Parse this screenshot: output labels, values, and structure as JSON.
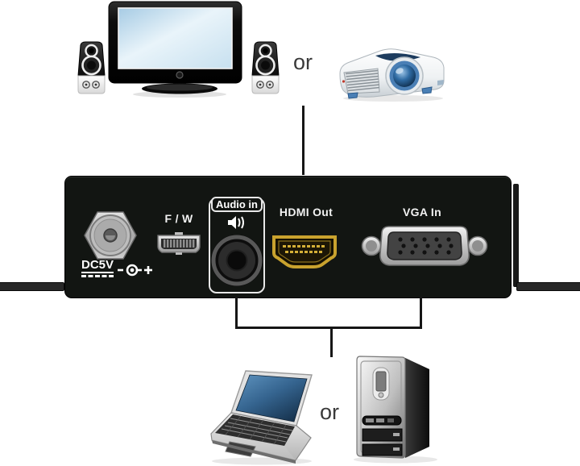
{
  "diagram": {
    "top": {
      "or_label": "or"
    },
    "bottom": {
      "or_label": "or"
    },
    "panel": {
      "power_label": "DC5V",
      "firmware_label": "F / W",
      "audio_label": "Audio in",
      "hdmi_label": "HDMI Out",
      "vga_label": "VGA In"
    },
    "colors": {
      "panel_bg": "#121512",
      "hdmi_gold": "#c9a22e",
      "tv_screen_blue": "#cfe6f2",
      "laptop_screen_blue": "#3f6f9e",
      "projector_accent_blue": "#4a7fb5",
      "connector_line": "#161616"
    }
  }
}
